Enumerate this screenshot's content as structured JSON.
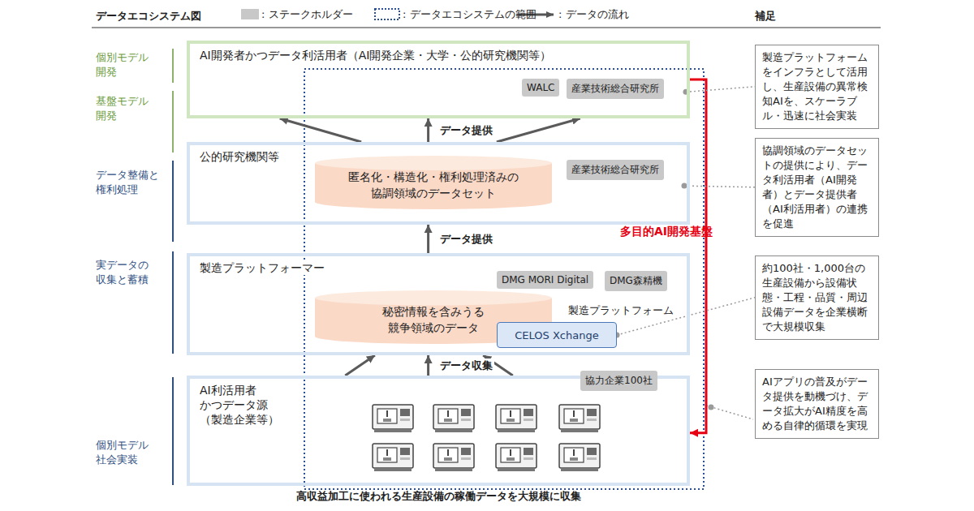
{
  "diagram": {
    "title": "データエコシステム図",
    "caption": "高収益加工に使われる生産設備の稼働データを大規模に収集",
    "nodes": [
      {
        "text": [
          "AI開発者かつデータ利活用者（AI開発企業・大学・公的研究機関等）"
        ]
      },
      {
        "text": [
          "WALC"
        ],
        "in": 0
      },
      {
        "text": [
          "産業技術総合研究所"
        ],
        "in": 0
      },
      {
        "text": [
          "公的研究機関等"
        ]
      },
      {
        "text": [
          "匿名化・構造化・権利処理済みの 協調領域のデータセット"
        ],
        "in": 3
      },
      {
        "text": [
          "産業技術総合研究所"
        ],
        "in": 3
      },
      {
        "text": [
          "製造プラットフォーマー"
        ]
      },
      {
        "text": [
          "DMG MORI Digital"
        ],
        "in": 6
      },
      {
        "text": [
          "DMG森精機"
        ],
        "in": 6
      },
      {
        "text": [
          "秘密情報を含みうる 競争領域のデータ"
        ],
        "in": 6
      },
      {
        "text": [
          "CELOS Xchange"
        ],
        "in": 6
      },
      {
        "text": [
          "AI利活用者 かつデータ源 （製造企業等）"
        ]
      },
      {
        "text": [
          "協力企業100社"
        ],
        "in": 11
      },
      {
        "text": [
          "製造プラットフォームをインフラとして活用し、生産設備の異常検知AIを、スケーラブル・迅速に社会実装"
        ]
      },
      {
        "text": [
          "協調領域のデータセットの提供により、データ利活用者（AI開発者）とデータ提供者（AI利活用者）の連携を促進"
        ]
      },
      {
        "text": [
          "約100社・1,000台の生産設備から設備状態・工程・品質・周辺設備データを企業横断で大規模収集"
        ]
      },
      {
        "text": [
          "AIアプリの普及がデータ提供を動機づけ、データ拡大がAI精度を高める自律的循環を実現"
        ]
      }
    ],
    "edges": [
      {
        "from": 3,
        "to": 0,
        "arrow": "to",
        "label": "データ提供"
      },
      {
        "from": 3,
        "to": 0,
        "arrow": "to"
      },
      {
        "from": 3,
        "to": 0,
        "arrow": "to"
      },
      {
        "from": 6,
        "to": 3,
        "arrow": "to",
        "label": "データ提供"
      },
      {
        "from": 11,
        "to": 6,
        "arrow": "to",
        "label": "データ収集"
      },
      {
        "from": 11,
        "to": 6,
        "arrow": "to"
      },
      {
        "from": 11,
        "to": 6,
        "arrow": "to"
      },
      {
        "from": 0,
        "to": 11,
        "arrow": "to"
      },
      {
        "from": 0,
        "to": 13,
        "arrow": "none"
      },
      {
        "from": 3,
        "to": 14,
        "arrow": "none"
      },
      {
        "from": 10,
        "to": 15,
        "arrow": "none"
      }
    ],
    "labels": [
      "補足",
      "個別モデル開発",
      "基盤モデル開発",
      "データ整備と権利処理",
      "実データの収集と蓄積",
      "個別モデル社会実装",
      "製造プラットフォーム",
      "多目的AI開発基盤"
    ],
    "legend": [
      {
        "text": ": ステークホルダー",
        "color": "#c8c8c8"
      },
      {
        "text": ": データエコシステムの範囲"
      },
      {
        "text": ": データの流れ"
      }
    ]
  }
}
